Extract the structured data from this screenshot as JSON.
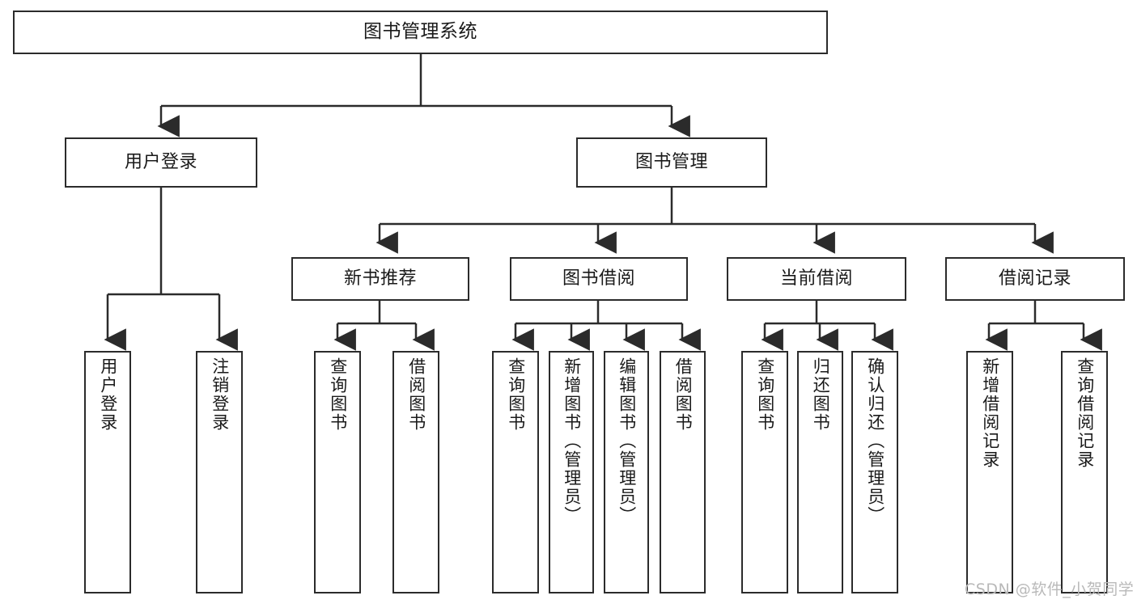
{
  "diagram": {
    "title": "图书管理系统",
    "root": {
      "label": "图书管理系统"
    },
    "level1": [
      {
        "label": "用户登录"
      },
      {
        "label": "图书管理"
      }
    ],
    "level2": [
      {
        "label": "新书推荐"
      },
      {
        "label": "图书借阅"
      },
      {
        "label": "当前借阅"
      },
      {
        "label": "借阅记录"
      }
    ],
    "leaves": [
      {
        "label": "用户登录"
      },
      {
        "label": "注销登录"
      },
      {
        "label": "查询图书"
      },
      {
        "label": "借阅图书"
      },
      {
        "label": "查询图书"
      },
      {
        "label": "新增图书（管理员）"
      },
      {
        "label": "编辑图书（管理员）"
      },
      {
        "label": "借阅图书"
      },
      {
        "label": "查询图书"
      },
      {
        "label": "归还图书"
      },
      {
        "label": "确认归还（管理员）"
      },
      {
        "label": "新增借阅记录"
      },
      {
        "label": "查询借阅记录"
      }
    ],
    "watermark": "CSDN @软件_小贺同学",
    "colors": {
      "border": "#2b2b2b",
      "text": "#1a1a1a",
      "background": "#ffffff",
      "watermark": "#b9b9b9"
    }
  }
}
